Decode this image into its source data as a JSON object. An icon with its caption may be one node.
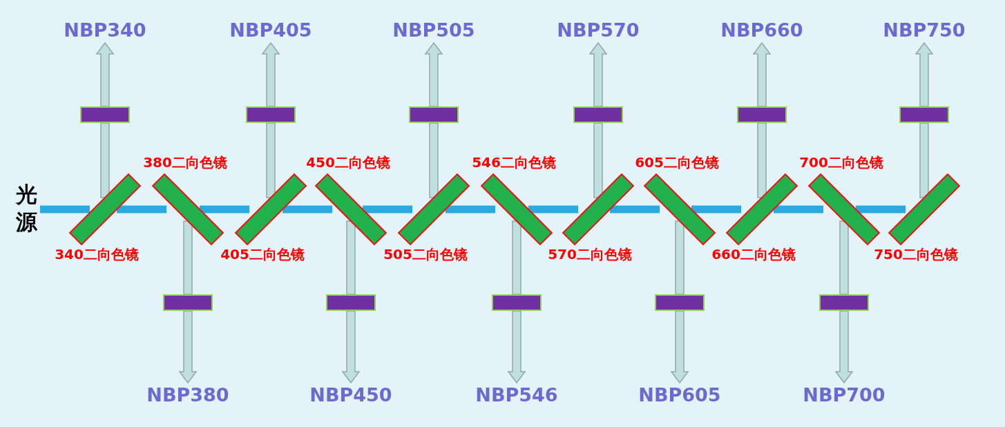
{
  "diagram": {
    "nodes": [
      {
        "text": [
          "光源"
        ]
      },
      {
        "text": [],
        "shape": "box",
        "beside": [
          "340二向色镜"
        ]
      },
      {
        "text": [],
        "shape": "box",
        "beside": [
          "380二向色镜"
        ]
      },
      {
        "text": [],
        "shape": "box",
        "beside": [
          "405二向色镜"
        ]
      },
      {
        "text": [],
        "shape": "box",
        "beside": [
          "450二向色镜"
        ]
      },
      {
        "text": [],
        "shape": "box",
        "beside": [
          "505二向色镜"
        ]
      },
      {
        "text": [],
        "shape": "box",
        "beside": [
          "546二向色镜"
        ]
      },
      {
        "text": [],
        "shape": "box",
        "beside": [
          "570二向色镜"
        ]
      },
      {
        "text": [],
        "shape": "box",
        "beside": [
          "605二向色镜"
        ]
      },
      {
        "text": [],
        "shape": "box",
        "beside": [
          "660二向色镜"
        ]
      },
      {
        "text": [],
        "shape": "box",
        "beside": [
          "700二向色镜"
        ]
      },
      {
        "text": [],
        "shape": "box",
        "beside": [
          "750二向色镜"
        ]
      },
      {
        "text": [],
        "shape": "bar"
      },
      {
        "text": [],
        "shape": "bar"
      },
      {
        "text": [],
        "shape": "bar"
      },
      {
        "text": [],
        "shape": "bar"
      },
      {
        "text": [],
        "shape": "bar"
      },
      {
        "text": [],
        "shape": "bar"
      },
      {
        "text": [],
        "shape": "bar"
      },
      {
        "text": [],
        "shape": "bar"
      },
      {
        "text": [],
        "shape": "bar"
      },
      {
        "text": [],
        "shape": "bar"
      },
      {
        "text": [],
        "shape": "bar"
      },
      {
        "text": [
          "NBP340"
        ]
      },
      {
        "text": [
          "NBP380"
        ]
      },
      {
        "text": [
          "NBP405"
        ]
      },
      {
        "text": [
          "NBP450"
        ]
      },
      {
        "text": [
          "NBP505"
        ]
      },
      {
        "text": [
          "NBP546"
        ]
      },
      {
        "text": [
          "NBP570"
        ]
      },
      {
        "text": [
          "NBP605"
        ]
      },
      {
        "text": [
          "NBP660"
        ]
      },
      {
        "text": [
          "NBP700"
        ]
      },
      {
        "text": [
          "NBP750"
        ]
      }
    ],
    "edges": [
      {
        "from": 0,
        "to": 1,
        "arrow": "none",
        "style": "dashed",
        "color": "#29abe2"
      },
      {
        "from": 1,
        "to": 2,
        "arrow": "none",
        "style": "dashed",
        "color": "#29abe2"
      },
      {
        "from": 2,
        "to": 3,
        "arrow": "none",
        "style": "dashed",
        "color": "#29abe2"
      },
      {
        "from": 3,
        "to": 4,
        "arrow": "none",
        "style": "dashed",
        "color": "#29abe2"
      },
      {
        "from": 4,
        "to": 5,
        "arrow": "none",
        "style": "dashed",
        "color": "#29abe2"
      },
      {
        "from": 5,
        "to": 6,
        "arrow": "none",
        "style": "dashed",
        "color": "#29abe2"
      },
      {
        "from": 6,
        "to": 7,
        "arrow": "none",
        "style": "dashed",
        "color": "#29abe2"
      },
      {
        "from": 7,
        "to": 8,
        "arrow": "none",
        "style": "dashed",
        "color": "#29abe2"
      },
      {
        "from": 8,
        "to": 9,
        "arrow": "none",
        "style": "dashed",
        "color": "#29abe2"
      },
      {
        "from": 9,
        "to": 10,
        "arrow": "none",
        "style": "dashed",
        "color": "#29abe2"
      },
      {
        "from": 10,
        "to": 11,
        "arrow": "none",
        "style": "dashed",
        "color": "#29abe2"
      },
      {
        "from": 1,
        "to": 12,
        "arrow": "none"
      },
      {
        "from": 12,
        "to": 23,
        "arrow": "to"
      },
      {
        "from": 2,
        "to": 13,
        "arrow": "none"
      },
      {
        "from": 13,
        "to": 24,
        "arrow": "to"
      },
      {
        "from": 3,
        "to": 14,
        "arrow": "none"
      },
      {
        "from": 14,
        "to": 25,
        "arrow": "to"
      },
      {
        "from": 4,
        "to": 15,
        "arrow": "none"
      },
      {
        "from": 15,
        "to": 26,
        "arrow": "to"
      },
      {
        "from": 5,
        "to": 16,
        "arrow": "none"
      },
      {
        "from": 16,
        "to": 27,
        "arrow": "to"
      },
      {
        "from": 6,
        "to": 17,
        "arrow": "none"
      },
      {
        "from": 17,
        "to": 28,
        "arrow": "to"
      },
      {
        "from": 7,
        "to": 18,
        "arrow": "none"
      },
      {
        "from": 18,
        "to": 29,
        "arrow": "to"
      },
      {
        "from": 8,
        "to": 19,
        "arrow": "none"
      },
      {
        "from": 19,
        "to": 30,
        "arrow": "to"
      },
      {
        "from": 9,
        "to": 20,
        "arrow": "none"
      },
      {
        "from": 20,
        "to": 31,
        "arrow": "to"
      },
      {
        "from": 10,
        "to": 21,
        "arrow": "none"
      },
      {
        "from": 21,
        "to": 32,
        "arrow": "to"
      },
      {
        "from": 11,
        "to": 22,
        "arrow": "none"
      },
      {
        "from": 22,
        "to": 33,
        "arrow": "to"
      }
    ]
  }
}
